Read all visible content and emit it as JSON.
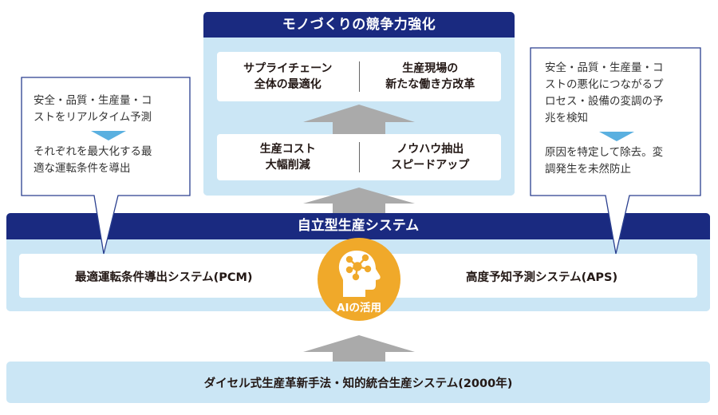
{
  "colors": {
    "navy": "#1a2a80",
    "light_blue": "#cbe6f5",
    "arrow_gray": "#aaaaaa",
    "ai_orange": "#f0a92a",
    "callout_triangle": "#5ab0e0",
    "callout_border": "#2a3f8f"
  },
  "top_block": {
    "title": "モノづくりの競争力強化",
    "rows": [
      {
        "left": [
          "サプライチェーン",
          "全体の最適化"
        ],
        "right": [
          "生産現場の",
          "新たな働き方改革"
        ]
      },
      {
        "left": [
          "生産コスト",
          "大幅削減"
        ],
        "right": [
          "ノウハウ抽出",
          "スピードアップ"
        ]
      }
    ]
  },
  "left_callout": {
    "before": [
      "安全・品質・生産量・コ",
      "ストをリアルタイム予測"
    ],
    "after": [
      "それぞれを最大化する最",
      "適な運転条件を導出"
    ]
  },
  "right_callout": {
    "before": [
      "安全・品質・生産量・コ",
      "ストの悪化につながるプ",
      "ロセス・設備の変調の予",
      "兆を検知"
    ],
    "after": [
      "原因を特定して除去。変",
      "調発生を未然防止"
    ]
  },
  "middle_band": {
    "title": "自立型生産システム",
    "left_system": "最適運転条件導出システム(PCM)",
    "right_system": "高度予知予測システム(APS)"
  },
  "ai_badge": {
    "label": "AIの活用",
    "icon": "ai-head-network-icon"
  },
  "bottom_band": {
    "label": "ダイセル式生産革新手法・知的統合生産システム(2000年)"
  }
}
